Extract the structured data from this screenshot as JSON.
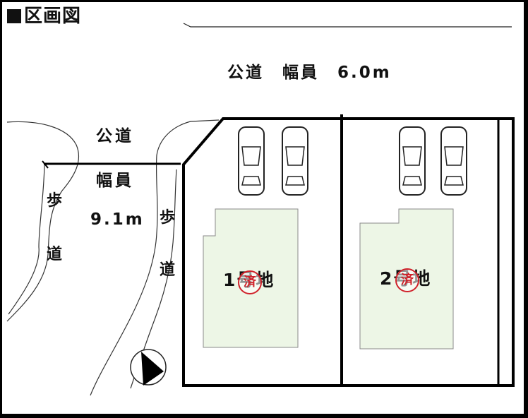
{
  "title": "区画図",
  "roads": {
    "top_label": "公道　幅員　6.0m",
    "side_line1": "公道",
    "side_line2": "幅員",
    "side_line3": "9.1m"
  },
  "sidewalks": {
    "left_char1": "歩",
    "left_char2": "道",
    "right_char1": "歩",
    "right_char2": "道"
  },
  "lots": [
    {
      "label": "1号地",
      "stamp": "済"
    },
    {
      "label": "2号地",
      "stamp": "済"
    }
  ],
  "colors": {
    "lot_fill": "#edf6e6",
    "lot_outline": "#8a8a8a",
    "boundary": "#000000",
    "stamp": "#d0212a"
  },
  "icons": [
    "north-arrow-icon",
    "car-icon"
  ]
}
